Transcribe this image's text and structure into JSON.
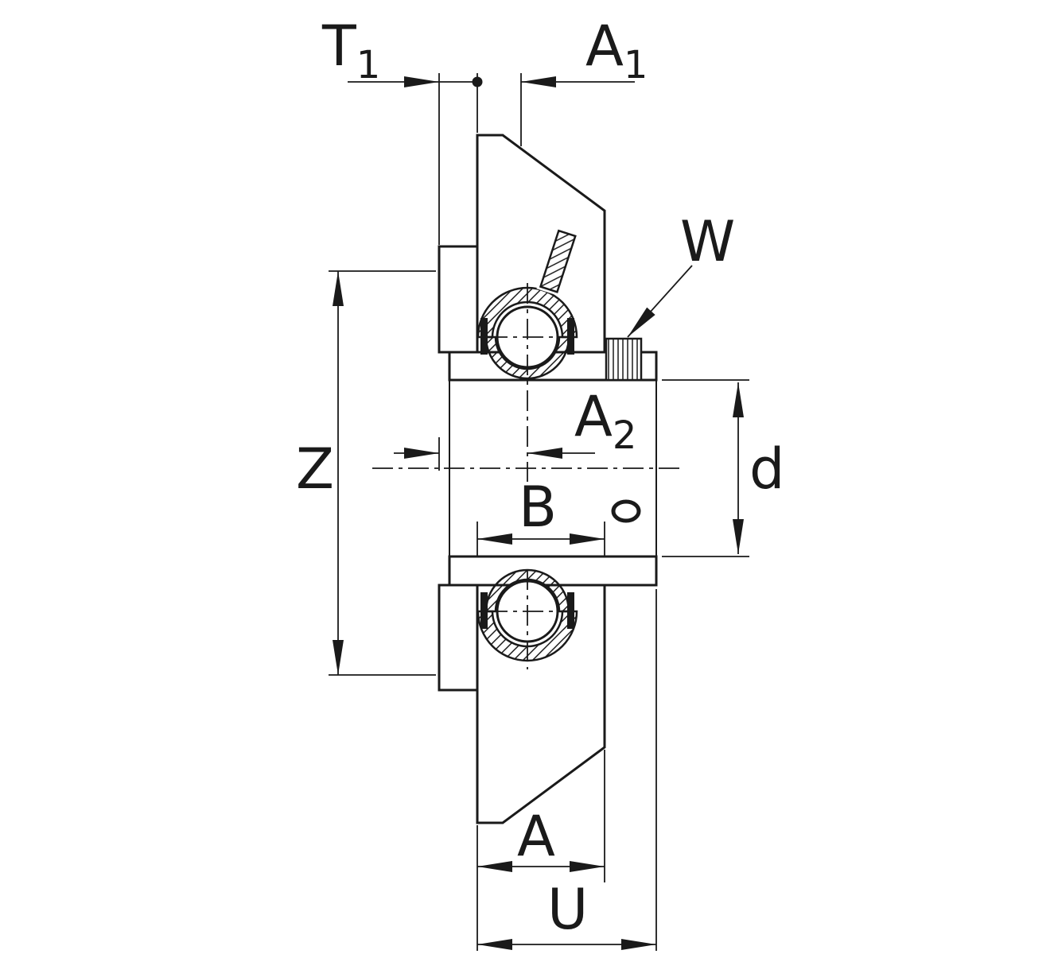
{
  "drawing": {
    "type": "technical-section-drawing",
    "subject": "Flanged bearing housing unit - side cross-section with dimension lines",
    "colors": {
      "line": "#1a1a1a",
      "background": "#ffffff"
    },
    "dimension_labels": {
      "t1": {
        "base": "T",
        "sub": "1"
      },
      "a1": {
        "base": "A",
        "sub": "1"
      },
      "a2": {
        "base": "A",
        "sub": "2"
      },
      "w": "W",
      "z": "Z",
      "d": "d",
      "b": "B",
      "a": "A",
      "u": "U"
    }
  }
}
